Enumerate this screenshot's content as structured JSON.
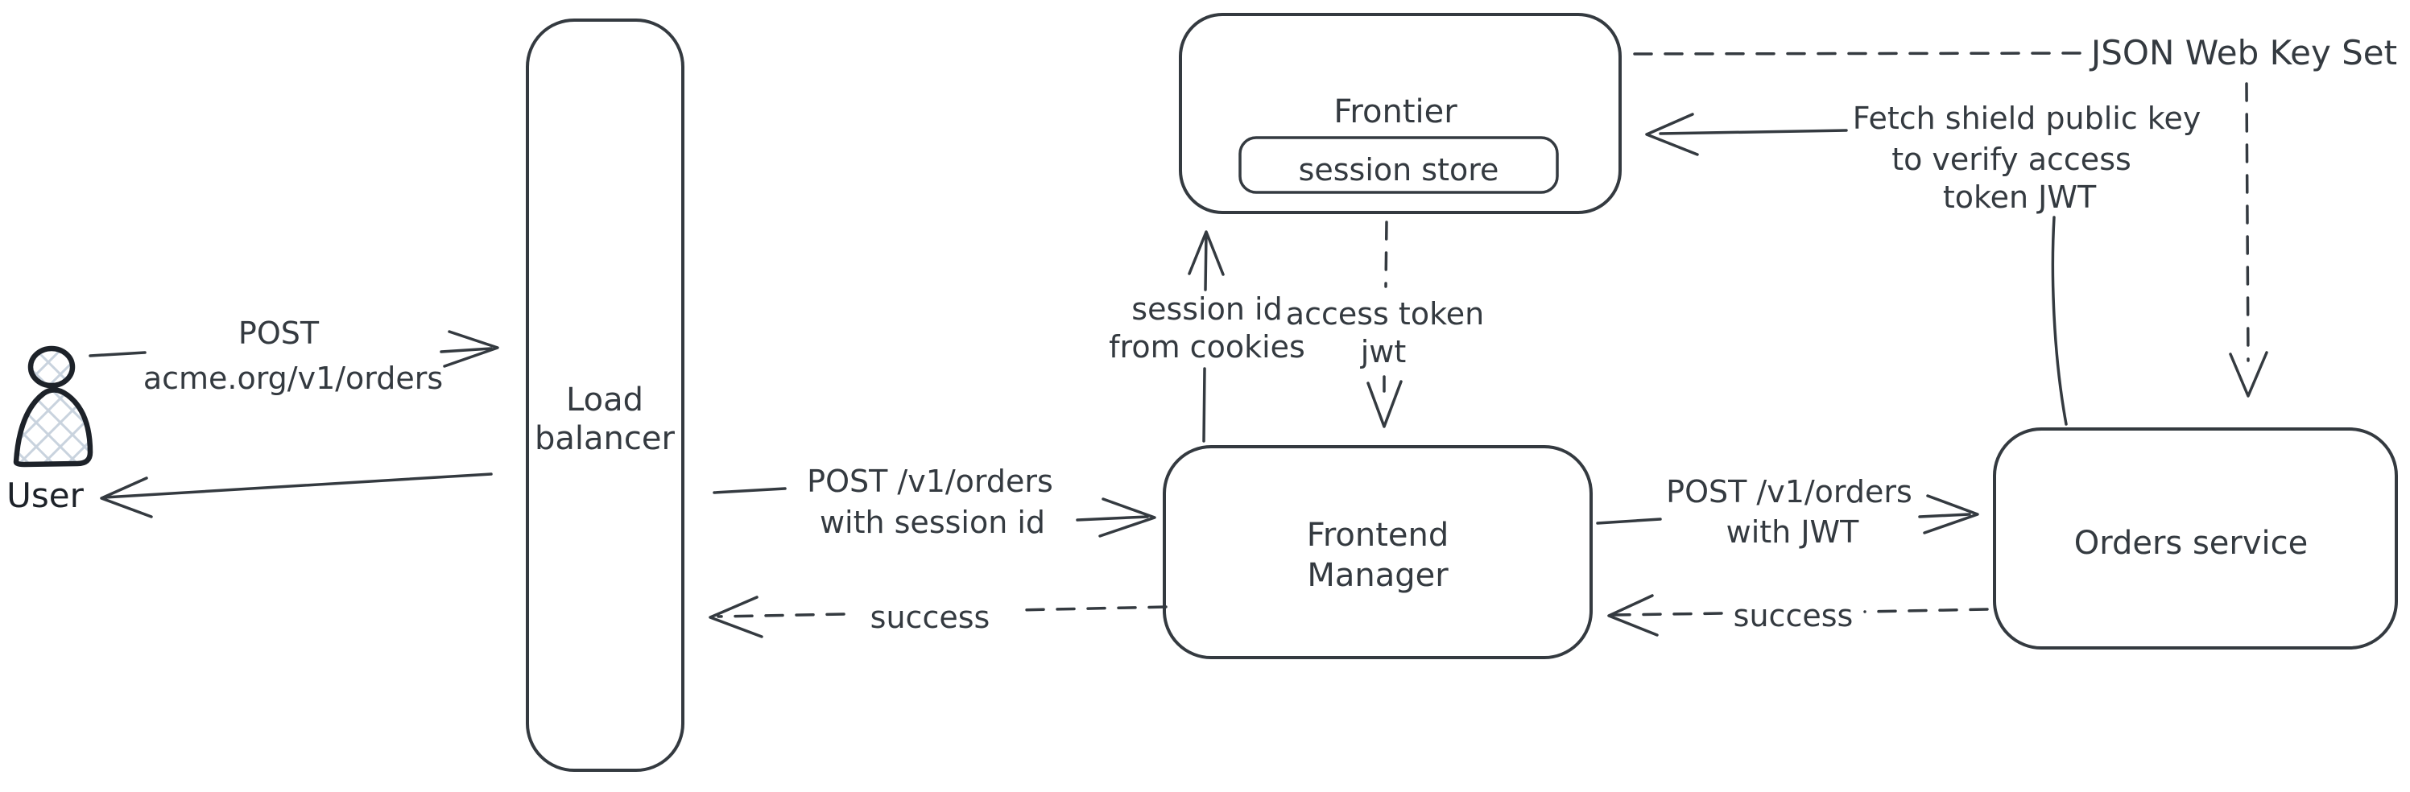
{
  "diagram": {
    "colors": {
      "background": "#ffffff",
      "stroke": "#343a40",
      "text": "#343a40",
      "user_icon_stroke": "#1d2229",
      "user_icon_hatch": "#c9d3de"
    },
    "nodes": {
      "user": {
        "label": "User",
        "icon": "person-icon"
      },
      "load_balancer": {
        "label_lines": [
          "Load",
          "balancer"
        ]
      },
      "frontier": {
        "label": "Frontier"
      },
      "session_store": {
        "label": "session store"
      },
      "frontend_manager": {
        "label_lines": [
          "Frontend",
          "Manager"
        ]
      },
      "orders_service": {
        "label": "Orders service"
      }
    },
    "edges": {
      "user_to_load_balancer": {
        "style": "solid",
        "label_lines": [
          "POST",
          "acme.org/v1/orders"
        ]
      },
      "load_balancer_to_user": {
        "style": "solid",
        "label_lines": []
      },
      "load_balancer_to_frontend_manager": {
        "style": "solid",
        "label_lines": [
          "POST /v1/orders",
          "with session id"
        ]
      },
      "frontend_manager_to_load_balancer": {
        "style": "dashed",
        "label": "success"
      },
      "frontend_manager_to_frontier": {
        "style": "solid",
        "label_lines": [
          "session id",
          "from cookies"
        ]
      },
      "frontier_to_frontend_manager": {
        "style": "dashed",
        "label_lines": [
          "access token",
          "jwt"
        ]
      },
      "frontend_manager_to_orders_service": {
        "style": "solid",
        "label_lines": [
          "POST /v1/orders",
          "with JWT"
        ]
      },
      "orders_service_to_frontend_manager": {
        "style": "dashed",
        "label": "success"
      },
      "orders_service_to_frontier": {
        "style": "solid",
        "label_lines": [
          "Fetch shield public key",
          "to verify access",
          "token JWT"
        ]
      },
      "frontier_to_jwks": {
        "style": "dashed",
        "label": "JSON Web Key Set"
      },
      "jwks_to_orders_service": {
        "style": "dashed",
        "label_lines": []
      }
    }
  }
}
